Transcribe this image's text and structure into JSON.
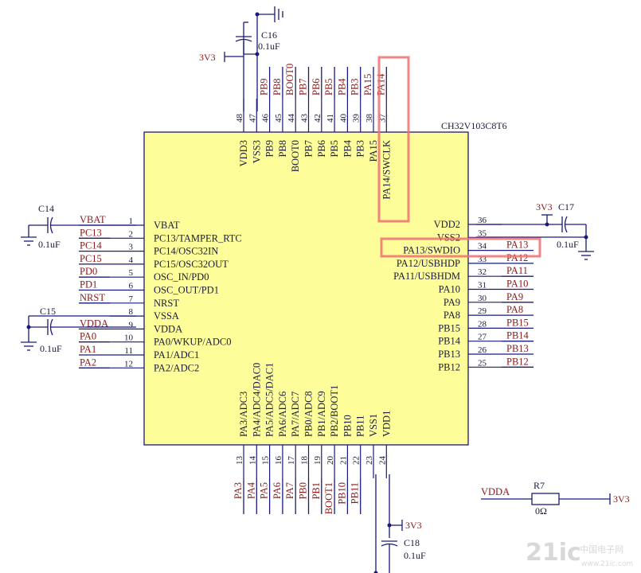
{
  "chip": {
    "part_number": "CH32V103C8T6",
    "left_pins": [
      {
        "num": "1",
        "name": "VBAT",
        "net": "VBAT"
      },
      {
        "num": "2",
        "name": "PC13/TAMPER_RTC",
        "net": "PC13"
      },
      {
        "num": "3",
        "name": "PC14/OSC32IN",
        "net": "PC14"
      },
      {
        "num": "4",
        "name": "PC15/OSC32OUT",
        "net": "PC15"
      },
      {
        "num": "5",
        "name": "OSC_IN/PD0",
        "net": "PD0"
      },
      {
        "num": "6",
        "name": "OSC_OUT/PD1",
        "net": "PD1"
      },
      {
        "num": "7",
        "name": "NRST",
        "net": "NRST"
      },
      {
        "num": "8",
        "name": "VSSA",
        "net": ""
      },
      {
        "num": "9",
        "name": "VDDA",
        "net": "VDDA"
      },
      {
        "num": "10",
        "name": "PA0/WKUP/ADC0",
        "net": "PA0"
      },
      {
        "num": "11",
        "name": "PA1/ADC1",
        "net": "PA1"
      },
      {
        "num": "12",
        "name": "PA2/ADC2",
        "net": "PA2"
      }
    ],
    "right_pins": [
      {
        "num": "36",
        "name": "VDD2",
        "net": ""
      },
      {
        "num": "35",
        "name": "VSS2",
        "net": ""
      },
      {
        "num": "34",
        "name": "PA13/SWDIO",
        "net": "PA13"
      },
      {
        "num": "33",
        "name": "PA12/USBHDP",
        "net": "PA12"
      },
      {
        "num": "32",
        "name": "PA11/USBHDM",
        "net": "PA11"
      },
      {
        "num": "31",
        "name": "PA10",
        "net": "PA10"
      },
      {
        "num": "30",
        "name": "PA9",
        "net": "PA9"
      },
      {
        "num": "29",
        "name": "PA8",
        "net": "PA8"
      },
      {
        "num": "28",
        "name": "PB15",
        "net": "PB15"
      },
      {
        "num": "27",
        "name": "PB14",
        "net": "PB14"
      },
      {
        "num": "26",
        "name": "PB13",
        "net": "PB13"
      },
      {
        "num": "25",
        "name": "PB12",
        "net": "PB12"
      }
    ],
    "top_pins": [
      {
        "num": "48",
        "name": "VDD3",
        "net": ""
      },
      {
        "num": "47",
        "name": "VSS3",
        "net": ""
      },
      {
        "num": "46",
        "name": "PB9",
        "net": "PB9"
      },
      {
        "num": "45",
        "name": "PB8",
        "net": "PB8"
      },
      {
        "num": "44",
        "name": "BOOT0",
        "net": "BOOT0"
      },
      {
        "num": "43",
        "name": "PB7",
        "net": "PB7"
      },
      {
        "num": "42",
        "name": "PB6",
        "net": "PB6"
      },
      {
        "num": "41",
        "name": "PB5",
        "net": "PB5"
      },
      {
        "num": "40",
        "name": "PB4",
        "net": "PB4"
      },
      {
        "num": "39",
        "name": "PB3",
        "net": "PB3"
      },
      {
        "num": "38",
        "name": "PA15",
        "net": "PA15"
      },
      {
        "num": "37",
        "name": "PA14/SWCLK",
        "net": "PA14"
      }
    ],
    "bottom_pins": [
      {
        "num": "13",
        "name": "PA3/ADC3",
        "net": "PA3"
      },
      {
        "num": "14",
        "name": "PA4/ADC4/DAC0",
        "net": "PA4"
      },
      {
        "num": "15",
        "name": "PA5/ADC5/DAC1",
        "net": "PA5"
      },
      {
        "num": "16",
        "name": "PA6/ADC6",
        "net": "PA6"
      },
      {
        "num": "17",
        "name": "PA7/ADC7",
        "net": "PA7"
      },
      {
        "num": "18",
        "name": "PB0/ADC8",
        "net": "PB0"
      },
      {
        "num": "19",
        "name": "PB1/ADC9",
        "net": "PB1"
      },
      {
        "num": "20",
        "name": "PB2/BOOT1",
        "net": "BOOT1"
      },
      {
        "num": "21",
        "name": "PB10",
        "net": "PB10"
      },
      {
        "num": "22",
        "name": "PB11",
        "net": "PB11"
      },
      {
        "num": "23",
        "name": "VSS1",
        "net": ""
      },
      {
        "num": "24",
        "name": "VDD1",
        "net": ""
      }
    ]
  },
  "capacitors": {
    "c16": {
      "ref": "C16",
      "value": "0.1uF"
    },
    "c17": {
      "ref": "C17",
      "value": "0.1uF"
    },
    "c14": {
      "ref": "C14",
      "value": "0.1uF"
    },
    "c15": {
      "ref": "C15",
      "value": "0.1uF"
    },
    "c18": {
      "ref": "C18",
      "value": "0.1uF"
    }
  },
  "resistor": {
    "ref": "R7",
    "value": "0Ω",
    "net_left": "VDDA",
    "net_right": "3V3"
  },
  "power": {
    "label": "3V3"
  },
  "watermark": {
    "main": "21ic",
    "sub": "中国电子网",
    "url": "www.21ic.com"
  },
  "colors": {
    "wire": "#1a1a7a",
    "net": "#8b1a1a",
    "chip_fill": "#fdfd9a",
    "highlight": "#f07070"
  }
}
